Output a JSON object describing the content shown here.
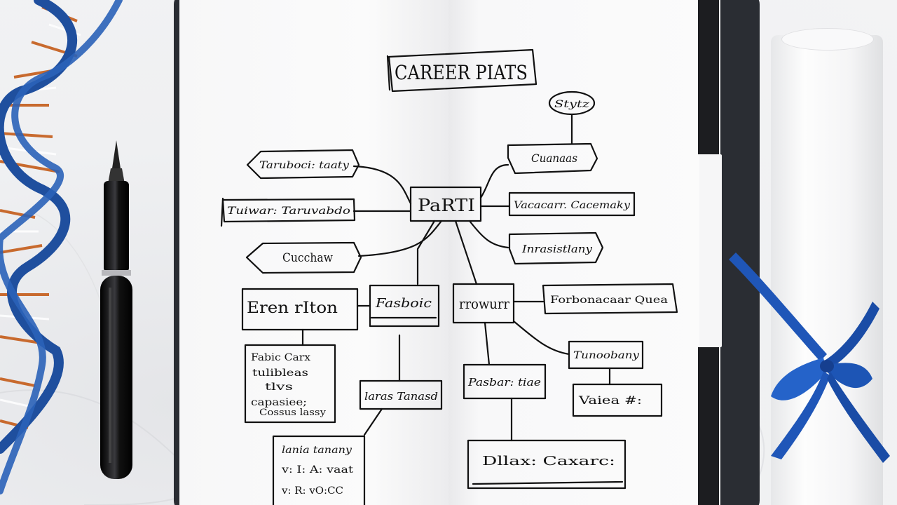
{
  "title": "CAREER PIATS",
  "top_oval": "Stytz",
  "center_box": "PaRTI",
  "nodes": {
    "left_1": "Taruboci: taaty",
    "left_2": "Tuiwar: Taruvabdo",
    "left_3": "Cucchaw",
    "left_4": "Eren rIton",
    "left_5": "Fasboic",
    "left_6_lines": [
      "Fabic Carx",
      "tulibleas",
      "tlvs",
      "capasiee;",
      "Cossus lassy"
    ],
    "left_7": "laras Tanasd",
    "left_8_lines": [
      "lania tanany",
      "v: I: A: vaat",
      "v: R: vO:CC"
    ],
    "right_1": "Cuanaas",
    "right_2": "Vacacarr. Cacemaky",
    "right_3": "Inrasistlany",
    "right_4": "rrowurr",
    "right_5": "Forbonacaar Quea",
    "right_6": "Tunoobany",
    "right_7": "Pasbar: tiae",
    "right_8": "Vaiea #:",
    "right_9": "Dllax: Caxarc:"
  },
  "colors": {
    "ink": "#111111",
    "notebook_cover": "#2a2d33",
    "dna_blue": "#1f4f9e",
    "dna_orange": "#d07a3a",
    "ribbon_blue": "#1f56b8"
  }
}
